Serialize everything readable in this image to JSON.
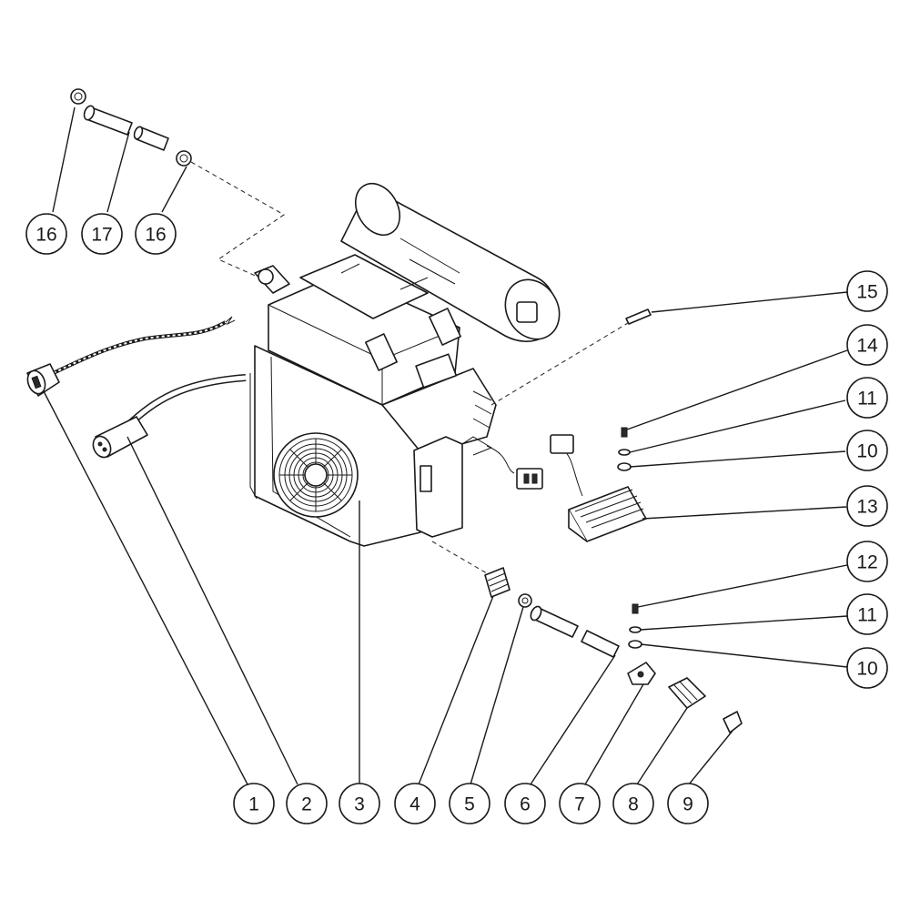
{
  "callouts": [
    "1",
    "2",
    "3",
    "4",
    "5",
    "6",
    "7",
    "8",
    "9",
    "10",
    "11",
    "12",
    "13",
    "14",
    "15",
    "16",
    "17"
  ],
  "colors": {
    "line": "#1a1a1a",
    "background": "#ffffff"
  }
}
